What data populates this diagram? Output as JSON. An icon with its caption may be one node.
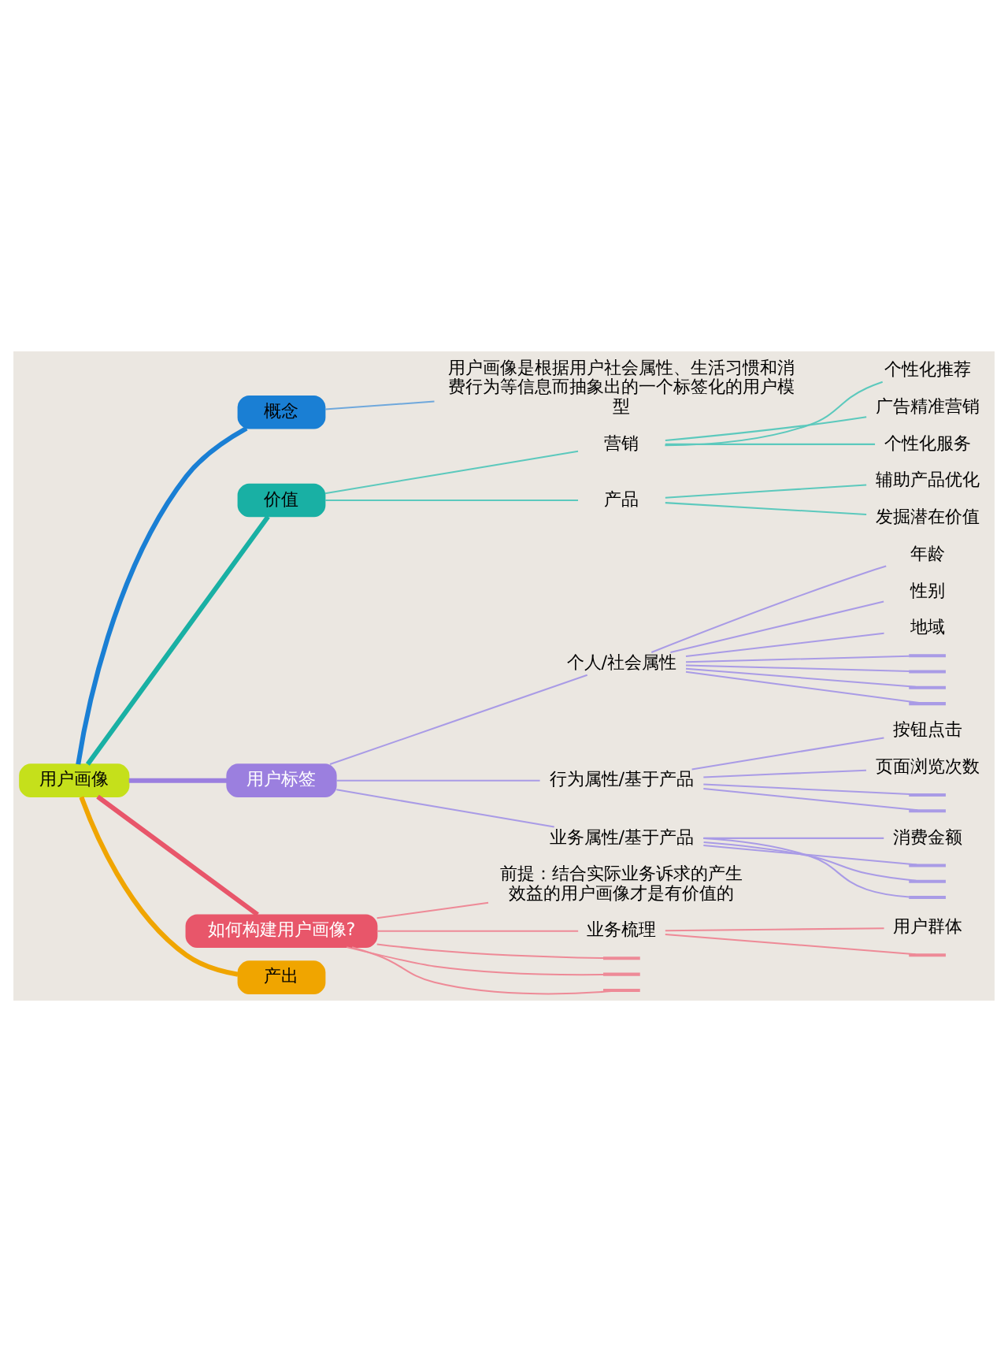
{
  "diagram": {
    "nodes": [
      {
        "text": [
          "用户画像"
        ]
      },
      {
        "text": [
          "概念"
        ]
      },
      {
        "text": [
          "用户画像是根据用户社会属性、生活习惯和消费行为等信息而抽象出的一个标签化的用户模型"
        ]
      },
      {
        "text": [
          "价值"
        ]
      },
      {
        "text": [
          "营销"
        ]
      },
      {
        "text": [
          "个性化推荐"
        ]
      },
      {
        "text": [
          "广告精准营销"
        ]
      },
      {
        "text": [
          "个性化服务"
        ]
      },
      {
        "text": [
          "产品"
        ]
      },
      {
        "text": [
          "辅助产品优化"
        ]
      },
      {
        "text": [
          "发掘潜在价值"
        ]
      },
      {
        "text": [
          "用户标签"
        ]
      },
      {
        "text": [
          "个人/社会属性"
        ]
      },
      {
        "text": [
          "年龄"
        ]
      },
      {
        "text": [
          "性别"
        ]
      },
      {
        "text": [
          "地域"
        ]
      },
      {
        "text": [],
        "shape": "bar"
      },
      {
        "text": [],
        "shape": "bar"
      },
      {
        "text": [],
        "shape": "bar"
      },
      {
        "text": [],
        "shape": "bar"
      },
      {
        "text": [
          "行为属性/基于产品"
        ]
      },
      {
        "text": [
          "按钮点击"
        ]
      },
      {
        "text": [
          "页面浏览次数"
        ]
      },
      {
        "text": [],
        "shape": "bar"
      },
      {
        "text": [],
        "shape": "bar"
      },
      {
        "text": [
          "业务属性/基于产品"
        ]
      },
      {
        "text": [
          "消费金额"
        ]
      },
      {
        "text": [],
        "shape": "bar"
      },
      {
        "text": [],
        "shape": "bar"
      },
      {
        "text": [],
        "shape": "bar"
      },
      {
        "text": [
          "如何构建用户画像?"
        ]
      },
      {
        "text": [
          "前提：结合实际业务诉求的产生效益的用户画像才是有价值的"
        ]
      },
      {
        "text": [
          "业务梳理"
        ]
      },
      {
        "text": [
          "用户群体"
        ]
      },
      {
        "text": [],
        "shape": "bar"
      },
      {
        "text": [],
        "shape": "bar"
      },
      {
        "text": [],
        "shape": "bar"
      },
      {
        "text": [],
        "shape": "bar"
      },
      {
        "text": [
          "产出"
        ]
      }
    ],
    "edges": [
      {
        "from": 0,
        "to": 1,
        "arrow": "none",
        "style": "thick",
        "color": "#1a7fd4"
      },
      {
        "from": 1,
        "to": 2,
        "arrow": "none",
        "color": "#6fa8dc"
      },
      {
        "from": 0,
        "to": 3,
        "arrow": "none",
        "style": "thick",
        "color": "#19b0a4"
      },
      {
        "from": 3,
        "to": 4,
        "arrow": "none",
        "color": "#5cc9bd"
      },
      {
        "from": 4,
        "to": 5,
        "arrow": "none",
        "color": "#5cc9bd"
      },
      {
        "from": 4,
        "to": 6,
        "arrow": "none",
        "color": "#5cc9bd"
      },
      {
        "from": 4,
        "to": 7,
        "arrow": "none",
        "color": "#5cc9bd"
      },
      {
        "from": 3,
        "to": 8,
        "arrow": "none",
        "color": "#5cc9bd"
      },
      {
        "from": 8,
        "to": 9,
        "arrow": "none",
        "color": "#5cc9bd"
      },
      {
        "from": 8,
        "to": 10,
        "arrow": "none",
        "color": "#5cc9bd"
      },
      {
        "from": 0,
        "to": 11,
        "arrow": "none",
        "style": "thick",
        "color": "#9b7fdf"
      },
      {
        "from": 11,
        "to": 12,
        "arrow": "none",
        "color": "#a99be6"
      },
      {
        "from": 12,
        "to": 13,
        "arrow": "none",
        "color": "#a99be6"
      },
      {
        "from": 12,
        "to": 14,
        "arrow": "none",
        "color": "#a99be6"
      },
      {
        "from": 12,
        "to": 15,
        "arrow": "none",
        "color": "#a99be6"
      },
      {
        "from": 12,
        "to": 16,
        "arrow": "none",
        "color": "#a99be6"
      },
      {
        "from": 12,
        "to": 17,
        "arrow": "none",
        "color": "#a99be6"
      },
      {
        "from": 12,
        "to": 18,
        "arrow": "none",
        "color": "#a99be6"
      },
      {
        "from": 12,
        "to": 19,
        "arrow": "none",
        "color": "#a99be6"
      },
      {
        "from": 11,
        "to": 20,
        "arrow": "none",
        "color": "#a99be6"
      },
      {
        "from": 20,
        "to": 21,
        "arrow": "none",
        "color": "#a99be6"
      },
      {
        "from": 20,
        "to": 22,
        "arrow": "none",
        "color": "#a99be6"
      },
      {
        "from": 20,
        "to": 23,
        "arrow": "none",
        "color": "#a99be6"
      },
      {
        "from": 20,
        "to": 24,
        "arrow": "none",
        "color": "#a99be6"
      },
      {
        "from": 11,
        "to": 25,
        "arrow": "none",
        "color": "#a99be6"
      },
      {
        "from": 25,
        "to": 26,
        "arrow": "none",
        "color": "#a99be6"
      },
      {
        "from": 25,
        "to": 27,
        "arrow": "none",
        "color": "#a99be6"
      },
      {
        "from": 25,
        "to": 28,
        "arrow": "none",
        "color": "#a99be6"
      },
      {
        "from": 25,
        "to": 29,
        "arrow": "none",
        "color": "#a99be6"
      },
      {
        "from": 0,
        "to": 30,
        "arrow": "none",
        "style": "thick",
        "color": "#e8566a"
      },
      {
        "from": 30,
        "to": 31,
        "arrow": "none",
        "color": "#ee8a97"
      },
      {
        "from": 30,
        "to": 32,
        "arrow": "none",
        "color": "#ee8a97"
      },
      {
        "from": 32,
        "to": 33,
        "arrow": "none",
        "color": "#ee8a97"
      },
      {
        "from": 32,
        "to": 34,
        "arrow": "none",
        "color": "#ee8a97"
      },
      {
        "from": 30,
        "to": 35,
        "arrow": "none",
        "color": "#ee8a97"
      },
      {
        "from": 30,
        "to": 36,
        "arrow": "none",
        "color": "#ee8a97"
      },
      {
        "from": 30,
        "to": 37,
        "arrow": "none",
        "color": "#ee8a97"
      },
      {
        "from": 0,
        "to": 38,
        "arrow": "none",
        "style": "thick",
        "color": "#f0a500"
      }
    ]
  }
}
